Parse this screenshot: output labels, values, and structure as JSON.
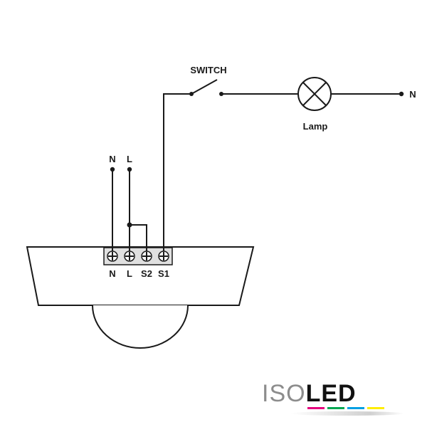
{
  "diagram": {
    "switch_label": "SWITCH",
    "lamp_label": "Lamp",
    "neutral_right_label": "N",
    "supply_labels": [
      "N",
      "L"
    ],
    "terminal_labels": [
      "N",
      "L",
      "S2",
      "S1"
    ]
  },
  "logo": {
    "prefix": "ISO",
    "suffix": "LED",
    "bar_colors": [
      "#e6007e",
      "#00a651",
      "#009fe3",
      "#ffed00"
    ]
  },
  "colors": {
    "line": "#1a1a1a",
    "sensor_fill": "#ffffff",
    "terminal_fill": "#e0e0e0"
  }
}
